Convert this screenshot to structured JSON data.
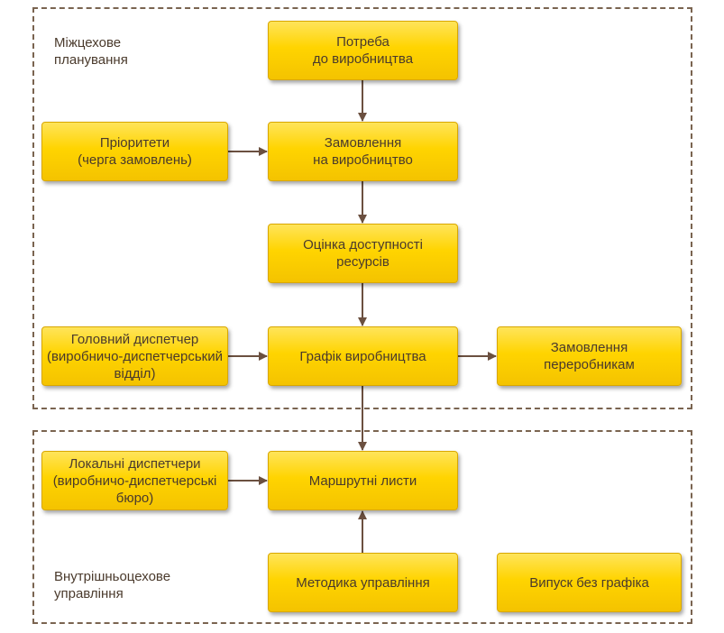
{
  "regions": {
    "inter_shop": "Міжцехове\nпланування",
    "intra_shop": "Внутрішньоцехове\nуправління"
  },
  "boxes": {
    "need": "Потреба\nдо виробництва",
    "priorities": "Пріоритети\n(черга замовлень)",
    "order": "Замовлення\nна виробництво",
    "resources": "Оцінка доступності\nресурсів",
    "dispatcher": "Головний диспетчер\n(виробничо-диспетчерський\nвідділ)",
    "schedule": "Графік виробництва",
    "processors": "Замовлення\nпереробникам",
    "local_dispatchers": "Локальні диспетчери\n(виробничо-диспетчерські\nбюро)",
    "routing": "Маршрутні листи",
    "method": "Методика управління",
    "release": "Випуск без графіка"
  },
  "colors": {
    "box_fill": "#ffd400",
    "box_border": "#d9a700",
    "text": "#4a3a2c",
    "connector": "#6b5040",
    "region_border": "#7a6450"
  }
}
